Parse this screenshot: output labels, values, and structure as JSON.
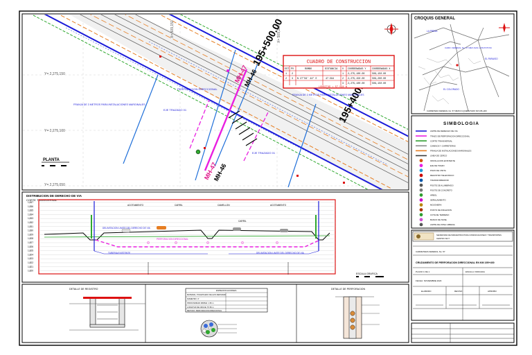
{
  "plan": {
    "title": "PLANTA",
    "stations": [
      "195+500.00",
      "195+400.00"
    ],
    "markers": [
      "MH-47",
      "MH-46"
    ],
    "coords_y": [
      "Y= 2,275,150",
      "Y= 2,275,100",
      "Y= 2,275,050"
    ],
    "coords_x": [
      "X= 509,150",
      "X= 509,200"
    ],
    "notes": [
      "PERFORACION DIRECCIONAL",
      "FRANJA DE 3 METROS PARA INSTALACIONES MARGINALES",
      "FRANJA DE 3 METROS PARA INSTALACIONES MARGINALES",
      "EJE TRAZADO 01",
      "EJE TRAZADO 01"
    ]
  },
  "construction_table": {
    "title": "CUADRO DE CONSTRUCCION",
    "headers": [
      "EST",
      "PV",
      "RUMBO",
      "DISTANCIA",
      "V",
      "COORDENADAS Y",
      "COORDENADAS X"
    ],
    "rows": [
      [
        "1",
        "2",
        "",
        "",
        "1",
        "2,275,100.00",
        "509,150.00"
      ],
      [
        "2",
        "3",
        "N 27°56' 44\" E",
        "47.594",
        "2",
        "2,275,150.00",
        "509,200.00"
      ],
      [
        "",
        "",
        "",
        "",
        "3",
        "2,275,100.00",
        "509,150.00"
      ]
    ],
    "footer": "LONGITUD = 57.594 m"
  },
  "location": {
    "title": "CROQUIS GENERAL",
    "labels": [
      "LA PRESA",
      "CARR. FEDERAL No. 57 MEX-SAN LUIS POTOSI",
      "EL COLORADO",
      "EL PARAISO"
    ],
    "caption": "CARRETERA FEDERAL No. 57 MEXICO-QUERETARO KM 195+400"
  },
  "legend": {
    "title": "SIMBOLOGIA",
    "items": [
      {
        "label": "LIMITE DE DERECHO DE VIA",
        "color": "#1a1ad9"
      },
      {
        "label": "TRAZO DE PERFORACION DIRECCIONAL",
        "color": "#e91fe0"
      },
      {
        "label": "CORTE TRANSVERSAL",
        "color": "#2f9e2f"
      },
      {
        "label": "CAMINOS Y CARRETERAS",
        "color": "#888888"
      },
      {
        "label": "FRANJA DE INSTALACIONES MARGINALES",
        "color": "#e67e22"
      },
      {
        "label": "LINEA DE CERCO",
        "color": "#3a3a3a"
      },
      {
        "label": "INSTALACION EXISTENTE",
        "color": "#d35400"
      },
      {
        "label": "EJE DE TRAZO",
        "color": "#e91fe0"
      },
      {
        "label": "POZO DE VISITA",
        "color": "#1f9ad9"
      },
      {
        "label": "REGISTRO TELEFONICO",
        "color": "#cc0000"
      },
      {
        "label": "TRANSFORMADOR",
        "color": "#0055aa"
      },
      {
        "label": "POSTE DE ALUMBRADO",
        "color": "#555555"
      },
      {
        "label": "POSTE DE CONCRETO",
        "color": "#777777"
      },
      {
        "label": "ARBOL",
        "color": "#2f9e2f"
      },
      {
        "label": "SEÑALAMIENTO",
        "color": "#cc00cc"
      },
      {
        "label": "MOJONERA",
        "color": "#b8860b"
      },
      {
        "label": "PUNTO DE INFLEXION",
        "color": "#aa3300"
      },
      {
        "label": "COTA DE TERRENO",
        "color": "#2f9e2f"
      },
      {
        "label": "BANCO DE NIVEL",
        "color": "#d04fd0"
      },
      {
        "label": "LIMITE DE ZONA URBANA",
        "color": "#555555"
      }
    ]
  },
  "section": {
    "title": "DISTRIBUCION DE DERECHO DE VIA",
    "subtitle": "CORTE TRANSVERSAL",
    "elevations": [
      "1,837",
      "1,836",
      "1,835",
      "1,834",
      "1,833",
      "1,832",
      "1,831",
      "1,830",
      "1,829",
      "1,828",
      "1,827",
      "1,826",
      "1,825",
      "1,824",
      "1,823",
      "1,822",
      "1,821",
      "1,820"
    ],
    "lanes": [
      "ACOTAMIENTO",
      "CARRIL",
      "CAMELLON",
      "CARRIL",
      "ACOTAMIENTO"
    ],
    "notes": [
      "DELIMITACION LIMITE DEL DERECHO DE VIA",
      "DELIMITACION LIMITE DEL DERECHO DE VIA",
      "PERFORACION DIRECCIONAL",
      "TUBERIA EXISTENTE"
    ],
    "scale": "ESCALA GRAFICA"
  },
  "details": {
    "title1": "DETALLE DE REGISTRO",
    "title2": "DETALLE DE PERFORACION",
    "table_rows": [
      "ESPECIFICACIONES",
      "MATERIAL: POLIETILENO DE ALTA DENSIDAD",
      "DIAMETRO: 4\"",
      "PROFUNDIDAD MINIMA: 1.50 m",
      "LONGITUD DE CRUCE: 57.59 m",
      "METODO: PERFORACION DIRECCIONAL"
    ]
  },
  "title_block": {
    "header": "SECRETARIA DE INFRAESTRUCTURA COMUNICACIONES Y TRANSPORTES",
    "org": "CENTRO SICT",
    "project": "CRUZAMIENTO DE PERFORACION DIRECCIONAL EN KM 195+400",
    "road": "CARRETERA FEDERAL No. 57",
    "plane": "PLANO 1 DE 1",
    "scale": "ESCALA: INDICADA",
    "date": "FECHA: NOVIEMBRE 2023",
    "signatures": [
      "ELABORO",
      "REVISO",
      "APROBO"
    ]
  }
}
